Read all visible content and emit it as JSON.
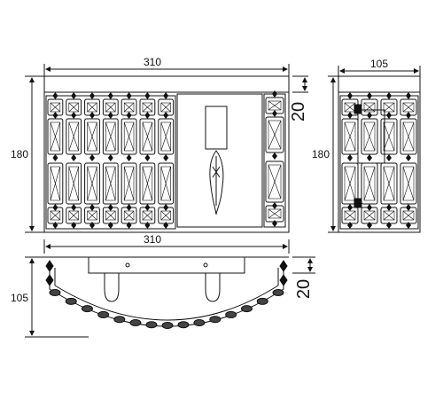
{
  "drawing": {
    "front_view": {
      "width_label": "310",
      "height_label": "180",
      "backplate_label": "20"
    },
    "side_view": {
      "depth_label": "105",
      "height_label": "180"
    },
    "top_view": {
      "width_label": "310",
      "depth_label": "105",
      "backplate_label": "20"
    }
  }
}
